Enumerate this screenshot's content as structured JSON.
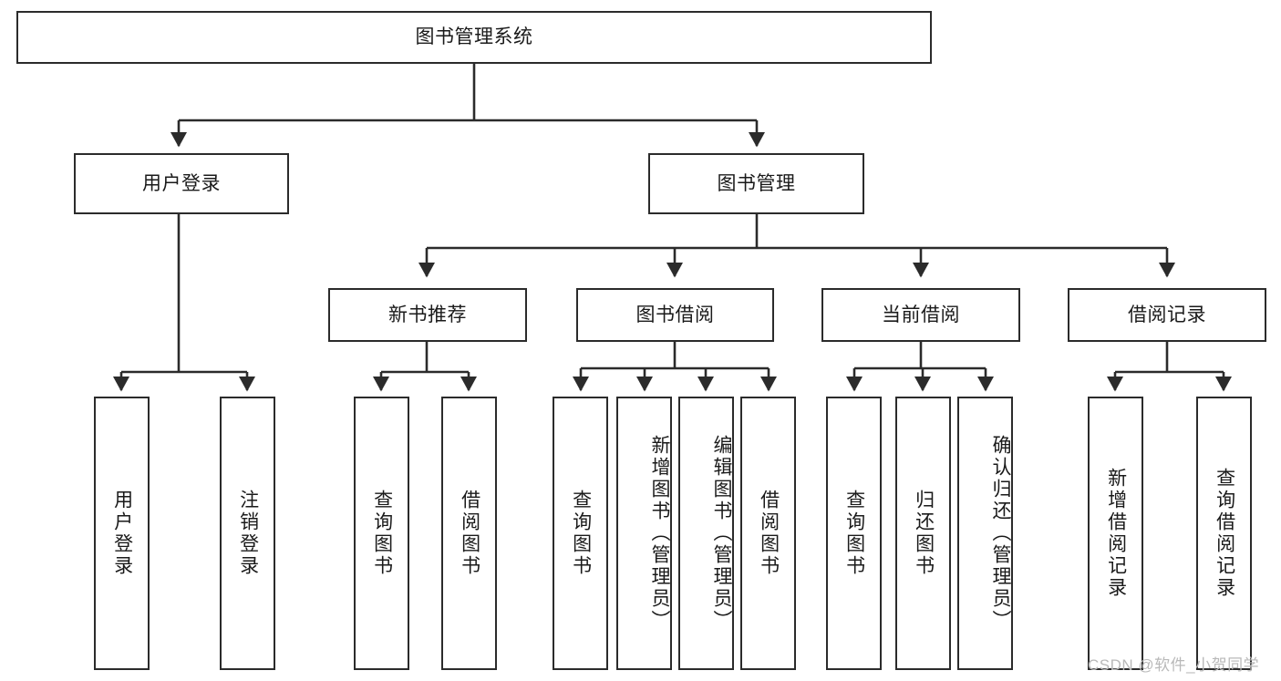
{
  "diagram": {
    "title": "图书管理系统",
    "type": "hierarchy-tree",
    "colors": {
      "stroke": "#2b2b2b",
      "fill": "#ffffff",
      "text": "#1a1a1a",
      "watermark": "#b9b9b9"
    },
    "levels": {
      "root": {
        "label": "图书管理系统",
        "orientation": "horizontal"
      },
      "level2": [
        {
          "label": "用户登录",
          "orientation": "horizontal"
        },
        {
          "label": "图书管理",
          "orientation": "horizontal"
        }
      ],
      "level3": [
        {
          "label": "新书推荐",
          "orientation": "horizontal",
          "parent": "图书管理"
        },
        {
          "label": "图书借阅",
          "orientation": "horizontal",
          "parent": "图书管理"
        },
        {
          "label": "当前借阅",
          "orientation": "horizontal",
          "parent": "图书管理"
        },
        {
          "label": "借阅记录",
          "orientation": "horizontal",
          "parent": "图书管理"
        }
      ],
      "leaves": [
        {
          "label": "用户登录",
          "orientation": "vertical",
          "parent": "用户登录"
        },
        {
          "label": "注销登录",
          "orientation": "vertical",
          "parent": "用户登录"
        },
        {
          "label": "查询图书",
          "orientation": "vertical",
          "parent": "新书推荐"
        },
        {
          "label": "借阅图书",
          "orientation": "vertical",
          "parent": "新书推荐"
        },
        {
          "label": "查询图书",
          "orientation": "vertical",
          "parent": "图书借阅"
        },
        {
          "label": "新增图书（管理员）",
          "orientation": "vertical",
          "parent": "图书借阅"
        },
        {
          "label": "编辑图书（管理员）",
          "orientation": "vertical",
          "parent": "图书借阅"
        },
        {
          "label": "借阅图书",
          "orientation": "vertical",
          "parent": "图书借阅"
        },
        {
          "label": "查询图书",
          "orientation": "vertical",
          "parent": "当前借阅"
        },
        {
          "label": "归还图书",
          "orientation": "vertical",
          "parent": "当前借阅"
        },
        {
          "label": "确认归还（管理员）",
          "orientation": "vertical",
          "parent": "当前借阅"
        },
        {
          "label": "新增借阅记录",
          "orientation": "vertical",
          "parent": "借阅记录"
        },
        {
          "label": "查询借阅记录",
          "orientation": "vertical",
          "parent": "借阅记录"
        }
      ]
    }
  },
  "watermark": {
    "text": "CSDN @软件_小贺同学"
  }
}
